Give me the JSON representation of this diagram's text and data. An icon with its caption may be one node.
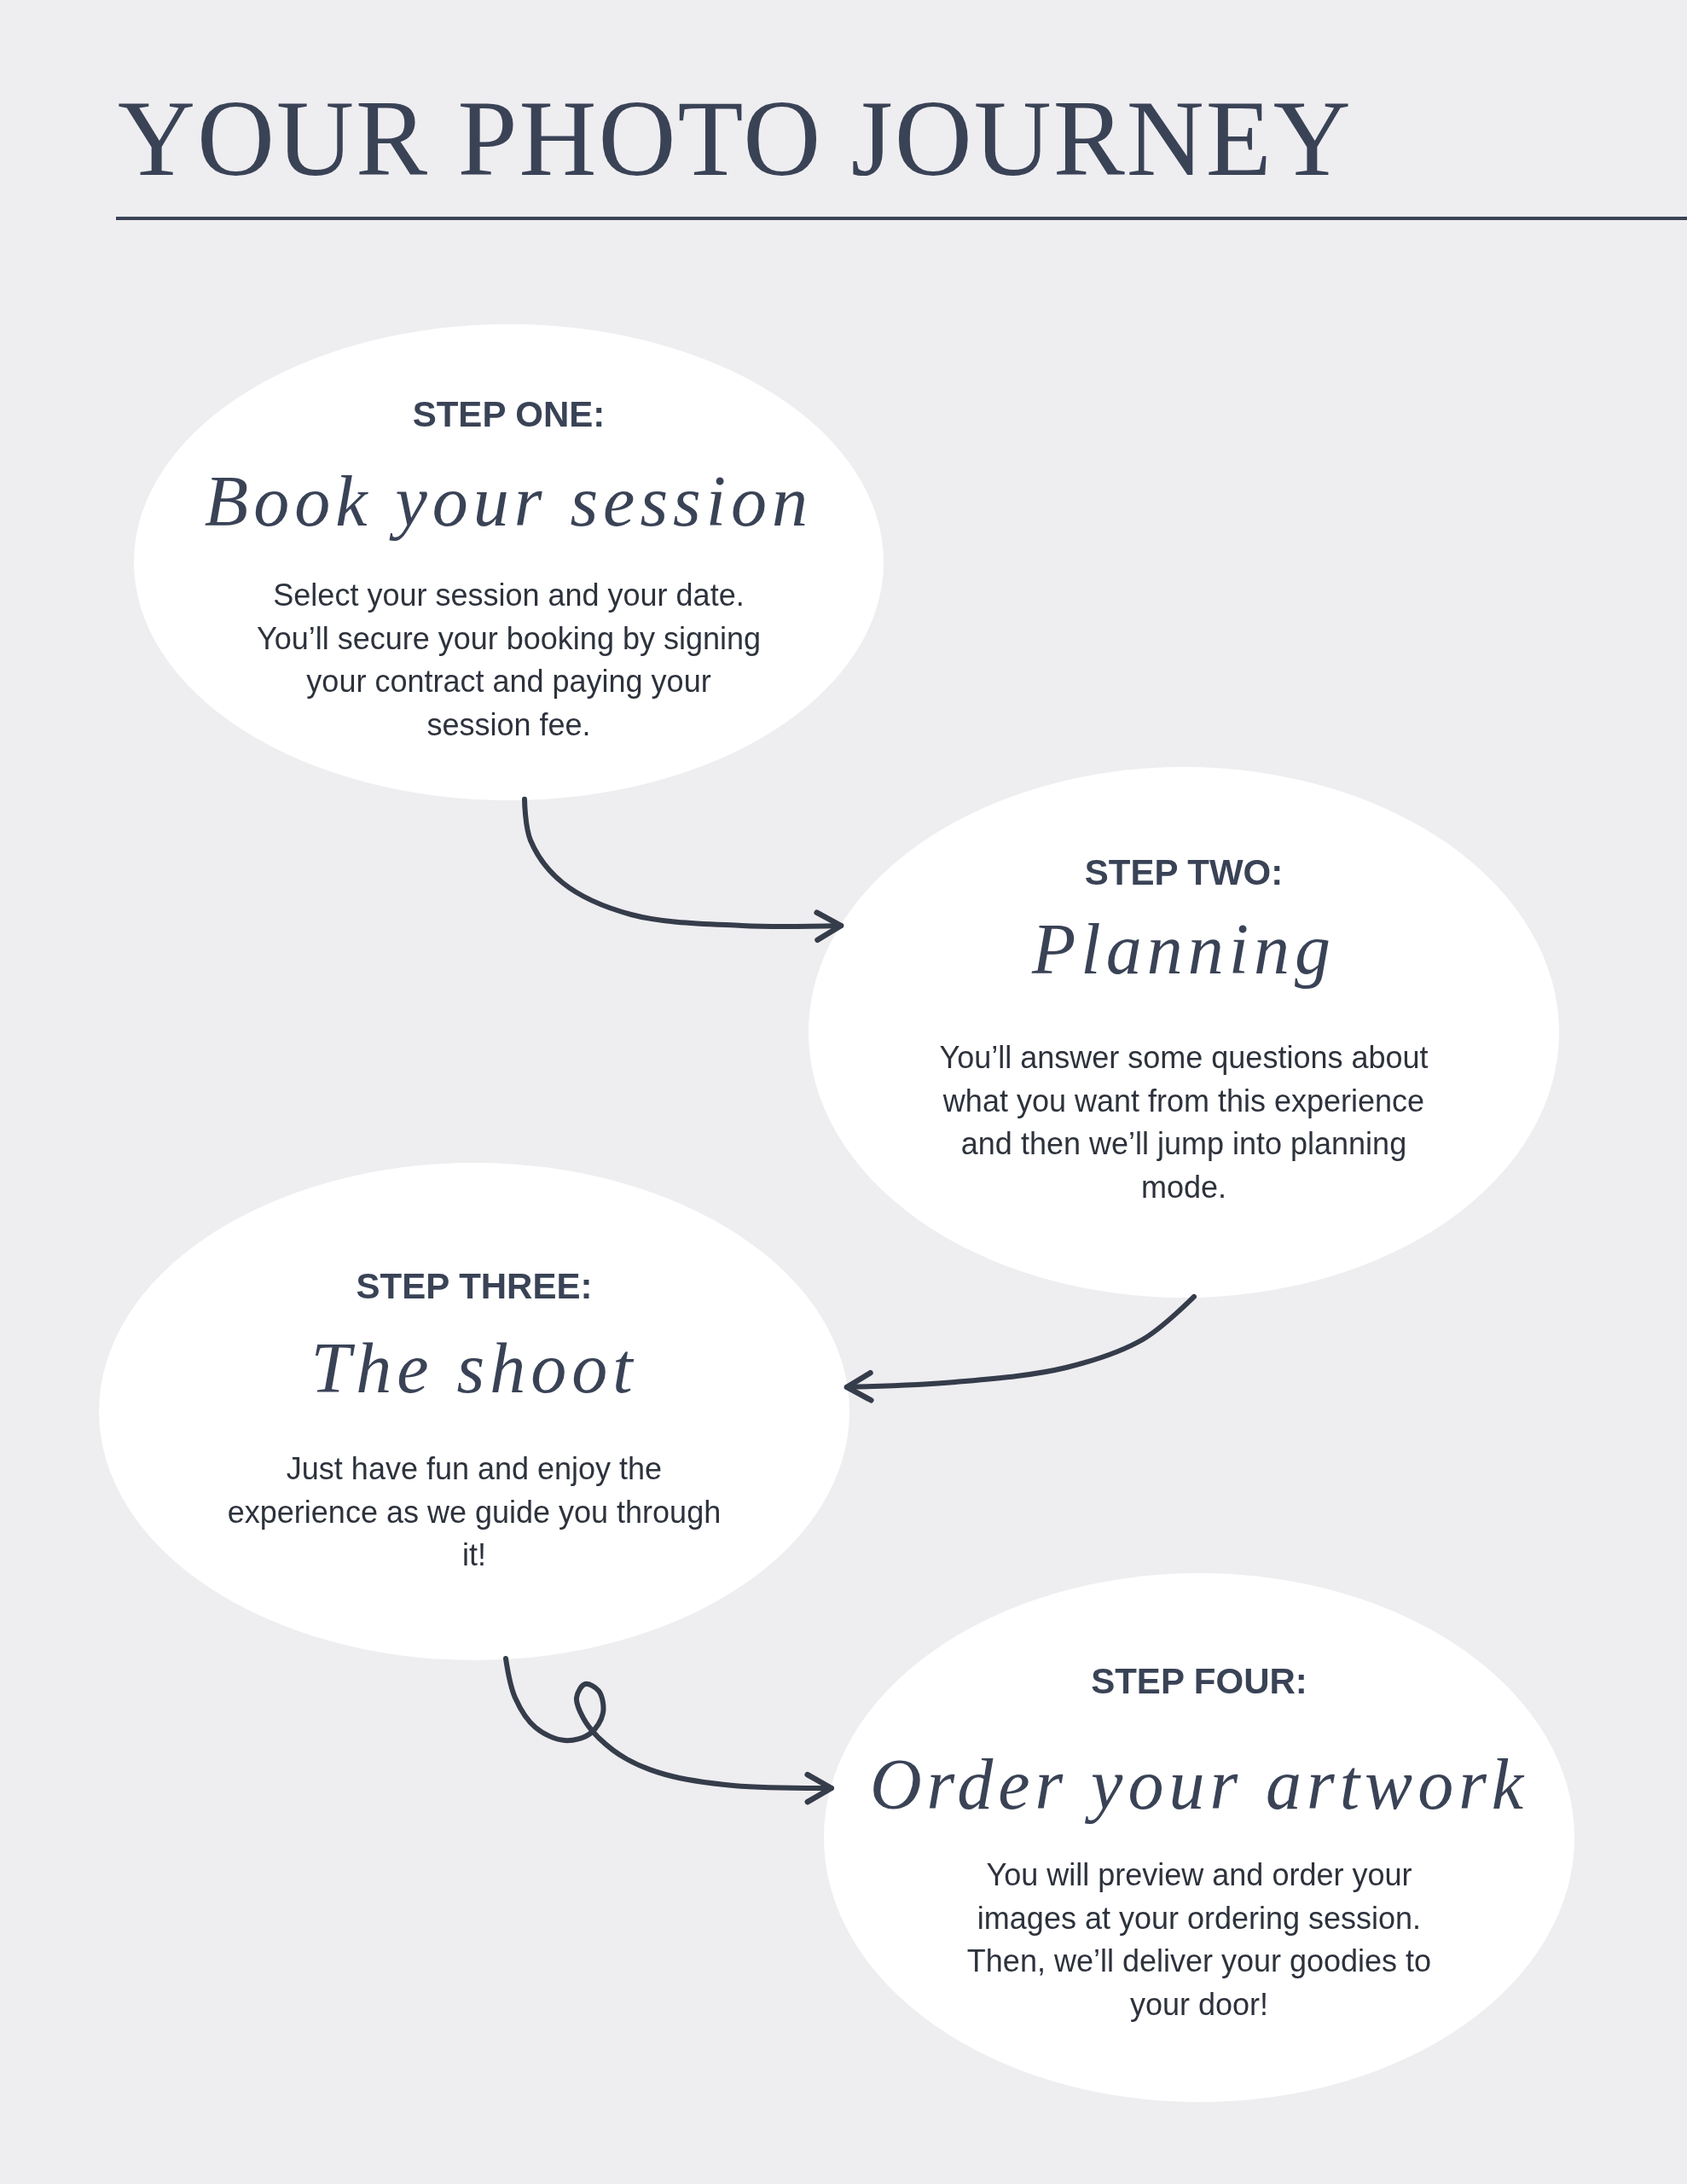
{
  "diagram": {
    "title": "YOUR PHOTO JOURNEY",
    "nodes": [
      {
        "text": [
          "STEP ONE:",
          "Book your session",
          "Select your session and your date. You’ll secure your booking by signing your contract and paying your session fee."
        ]
      },
      {
        "text": [
          "STEP TWO:",
          "Planning",
          "You’ll answer some questions about what you want from this experience and then we’ll jump into planning mode."
        ]
      },
      {
        "text": [
          "STEP THREE:",
          "The shoot",
          "Just have fun and enjoy the experience as we guide you through it!"
        ]
      },
      {
        "text": [
          "STEP FOUR:",
          "Order your artwork",
          "You will preview and order your images at your ordering session. Then, we’ll deliver your goodies to your door!"
        ]
      }
    ],
    "edges": [
      {
        "from": 0,
        "to": 1,
        "arrow": "to"
      },
      {
        "from": 1,
        "to": 2,
        "arrow": "to"
      },
      {
        "from": 2,
        "to": 3,
        "arrow": "to"
      }
    ]
  }
}
